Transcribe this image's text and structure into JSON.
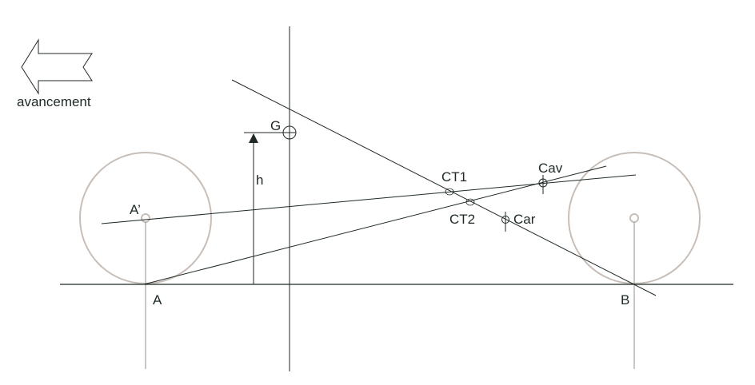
{
  "labels": {
    "direction": "avancement",
    "G": "G",
    "h": "h",
    "A_prime": "A’",
    "A": "A",
    "B": "B",
    "CT1": "CT1",
    "CT2": "CT2",
    "Cav": "Cav",
    "Car": "Car"
  },
  "colors": {
    "line": "#1f2a26",
    "wheel": "#c8beb8"
  }
}
